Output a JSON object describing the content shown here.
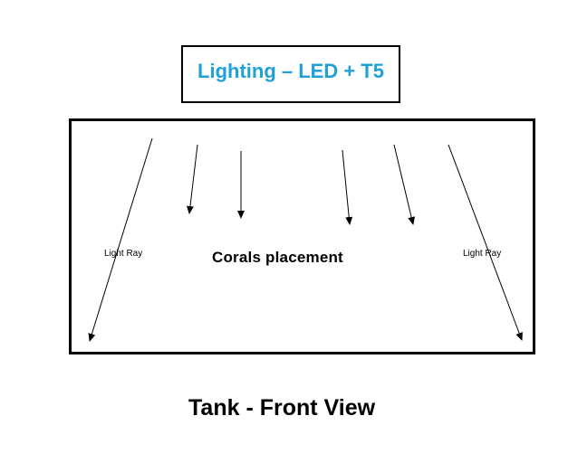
{
  "lighting": {
    "title": "Lighting – LED + T5",
    "title_color": "#1ea0d8"
  },
  "tank": {
    "corals_label": "Corals placement",
    "ray_label_left": "Light Ray",
    "ray_label_right": "Light Ray",
    "caption": "Tank - Front View"
  }
}
